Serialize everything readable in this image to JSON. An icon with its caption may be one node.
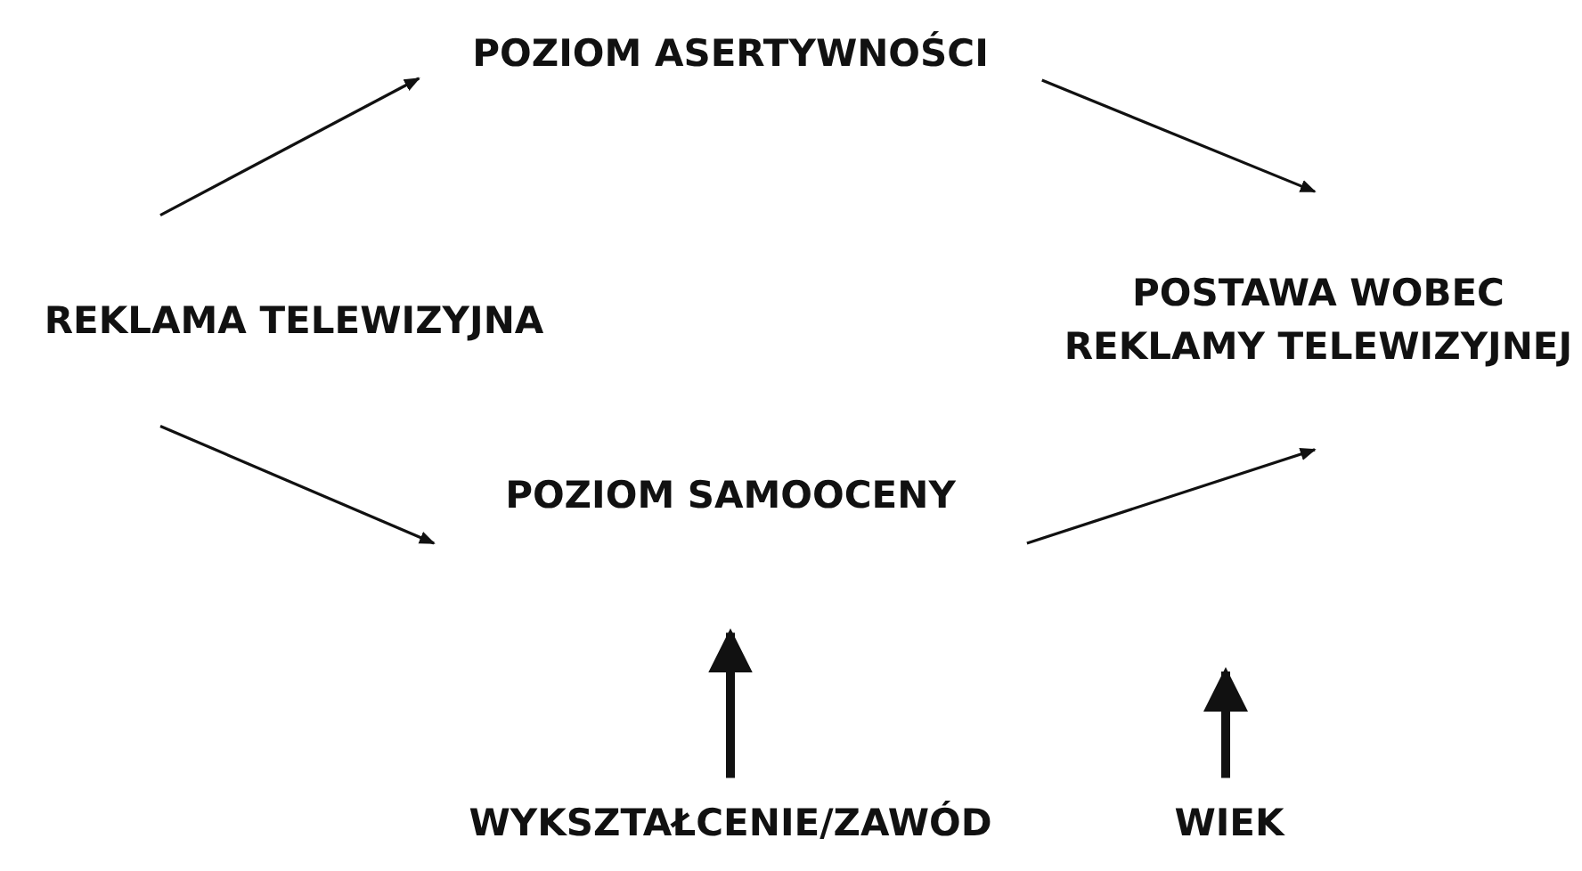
{
  "diagram": {
    "nodes": [
      {
        "text": [
          "POZIOM ASERTYWNOŚCI"
        ]
      },
      {
        "text": [
          "REKLAMA TELEWIZYJNA"
        ]
      },
      {
        "text": [
          "POSTAWA WOBEC REKLAMY TELEWIZYJNEJ"
        ]
      },
      {
        "text": [
          "POZIOM SAMOOCENY"
        ]
      },
      {
        "text": [
          "WYKSZTAŁCENIE/ZAWÓD"
        ]
      },
      {
        "text": [
          "WIEK"
        ]
      }
    ],
    "edges": [
      {
        "from": 1,
        "to": 0,
        "arrow": "to"
      },
      {
        "from": 0,
        "to": 2,
        "arrow": "to"
      },
      {
        "from": 1,
        "to": 3,
        "arrow": "to"
      },
      {
        "from": 3,
        "to": 2,
        "arrow": "to"
      },
      {
        "from": 4,
        "to": 3,
        "arrow": "to",
        "style": "thick"
      },
      {
        "from": 5,
        "to": null,
        "arrow": "to",
        "style": "thick"
      }
    ]
  }
}
